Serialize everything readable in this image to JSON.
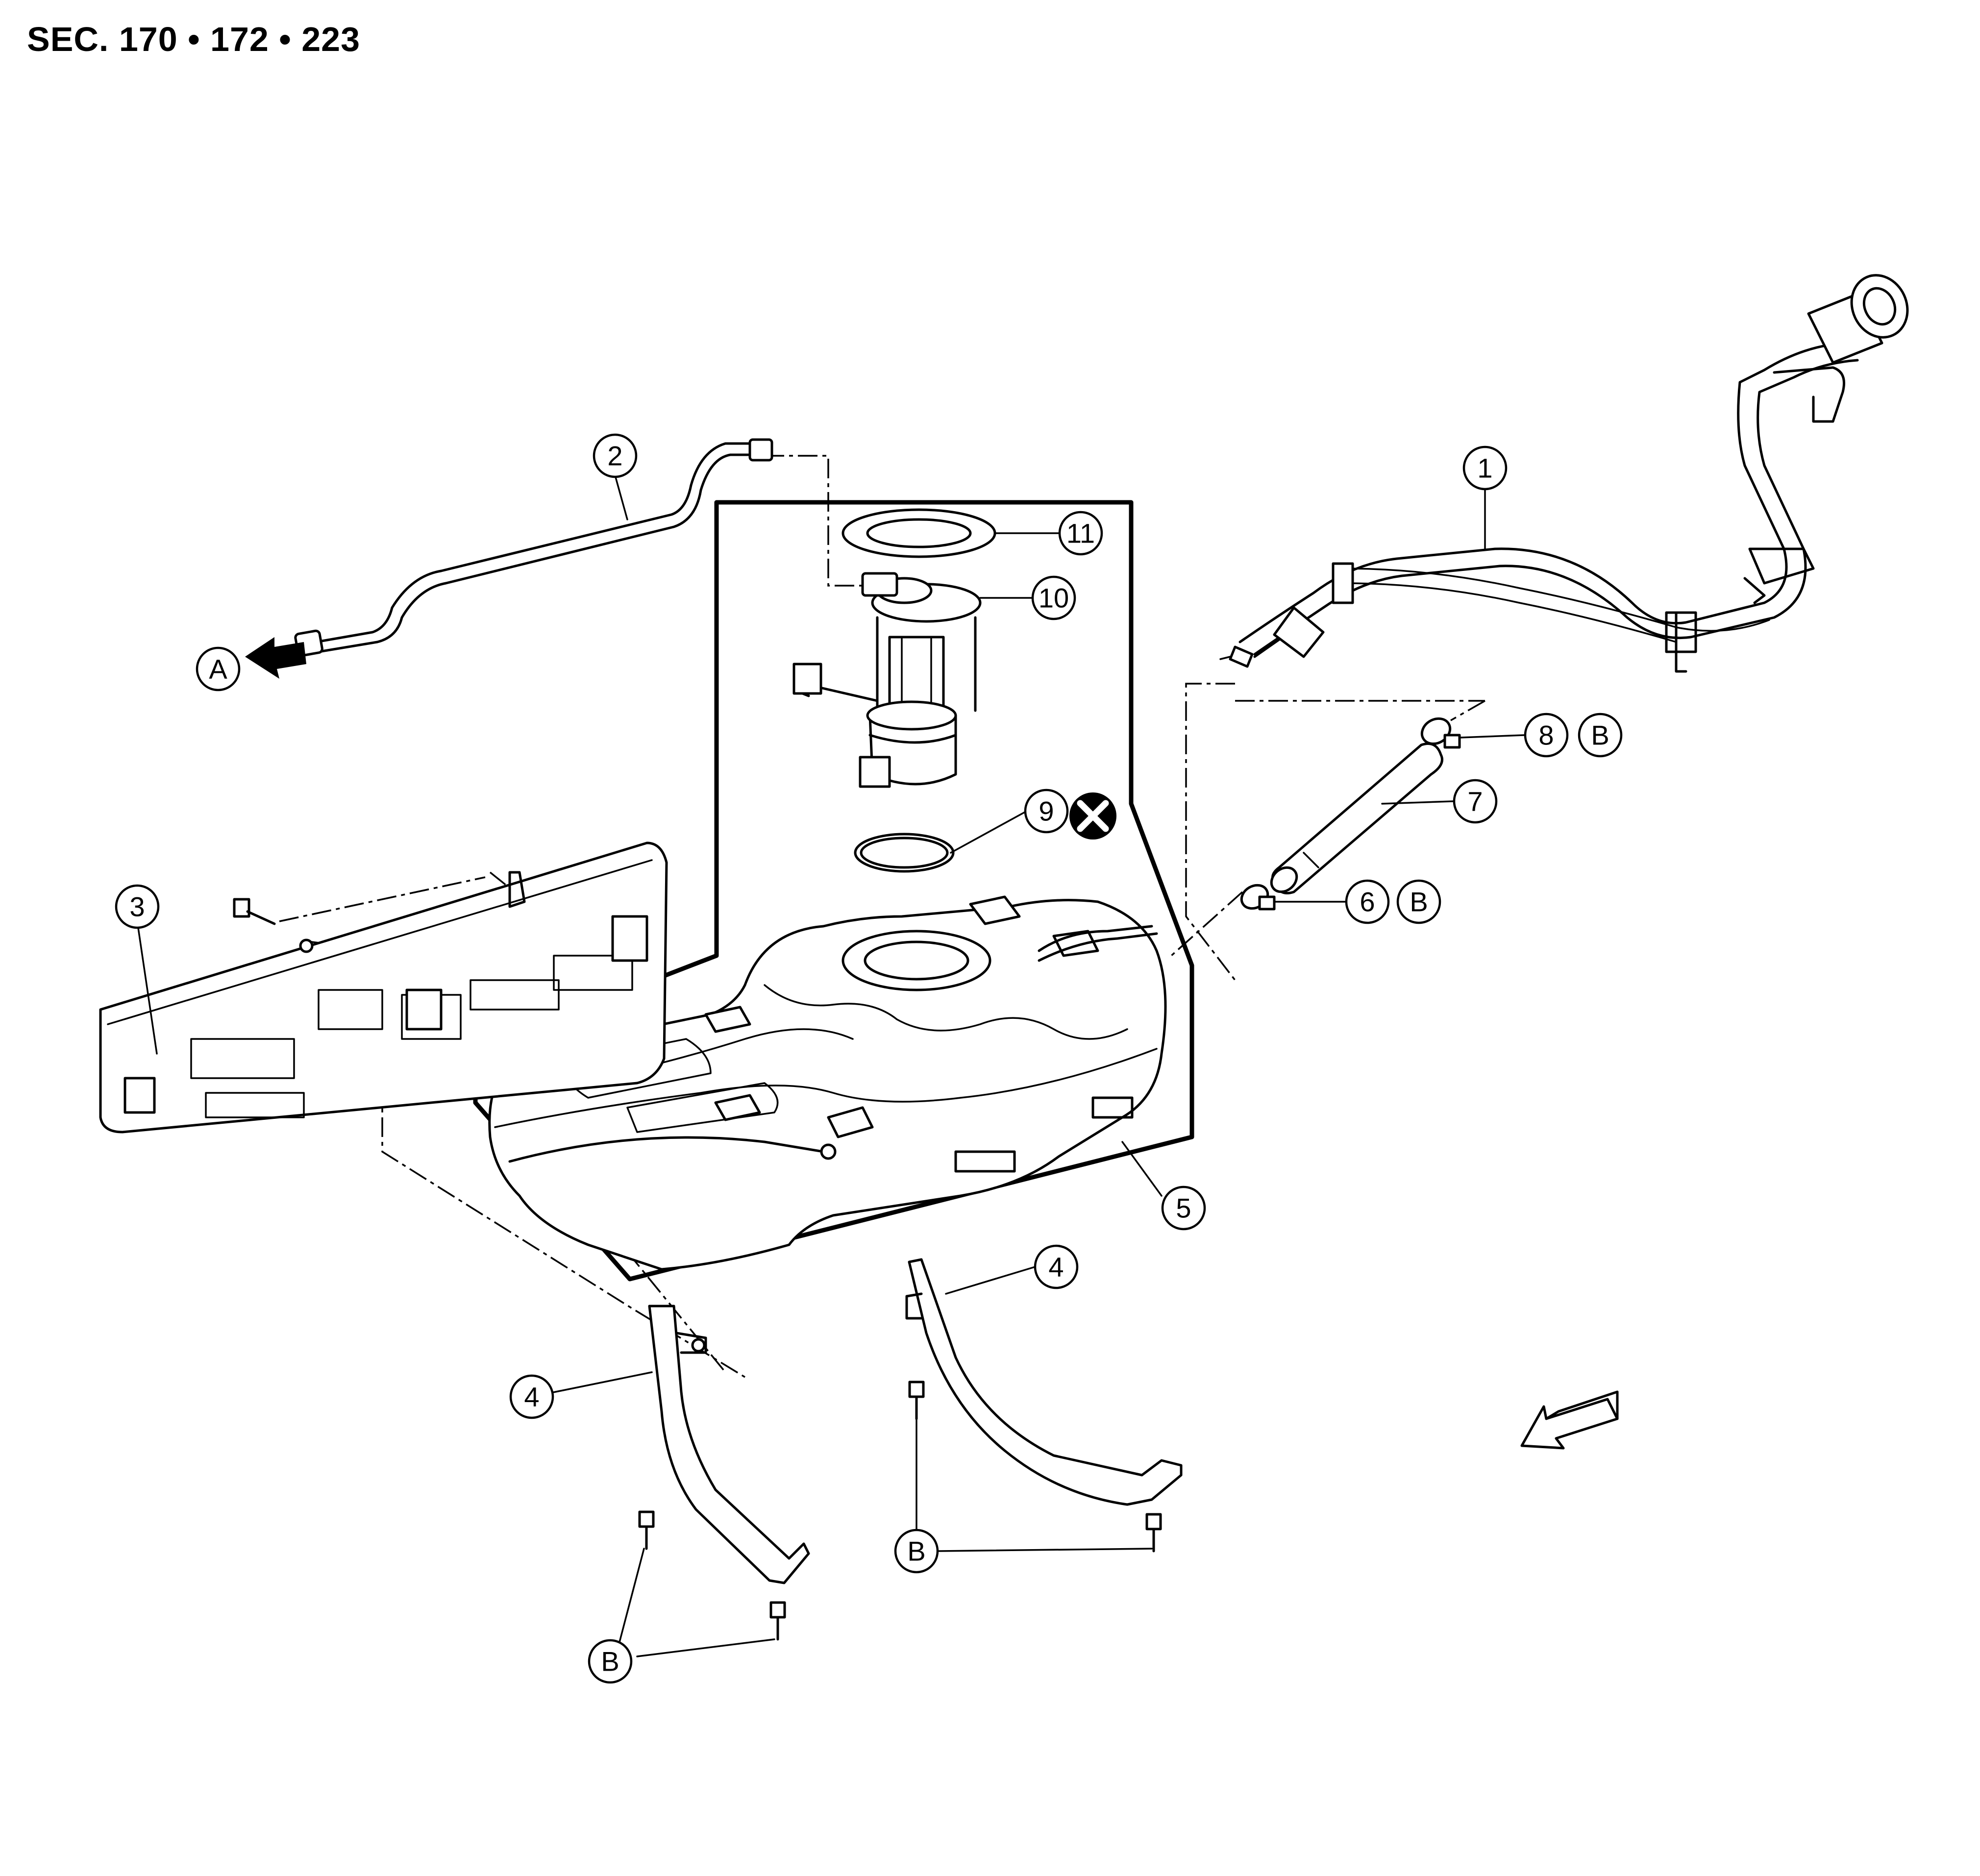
{
  "header": {
    "title": "SEC. 170 • 172 • 223"
  },
  "callouts": {
    "c1": "1",
    "c2": "2",
    "c3": "3",
    "c4a": "4",
    "c4b": "4",
    "c5": "5",
    "c6": "6",
    "c7": "7",
    "c8": "8",
    "c9": "9",
    "c10": "10",
    "c11": "11"
  },
  "letters": {
    "a": "A",
    "b6": "B",
    "b8": "B",
    "b_left": "B",
    "b_right": "B"
  },
  "symbols": {
    "do_not_reuse": "x-circle-icon",
    "connection_arrow": "arrow-left-icon",
    "front_direction": "direction-arrow-icon"
  },
  "colors": {
    "ink": "#000000",
    "paper": "#ffffff"
  }
}
